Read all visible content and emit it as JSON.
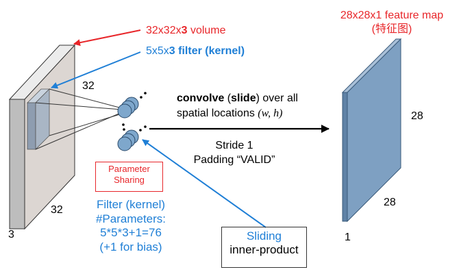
{
  "input_volume": {
    "width_label": "32",
    "height_label": "32",
    "depth_label": "3",
    "annotation": {
      "prefix": "32x32x",
      "emph": "3",
      "suffix": " volume"
    }
  },
  "filter": {
    "annotation": {
      "prefix": "5x5x",
      "emph": "3",
      "bold": " filter (kernel)"
    },
    "sharing_box": {
      "line1": "Parameter",
      "line2": "Sharing"
    },
    "params_text": {
      "line1": "Filter (kernel)",
      "line2": "#Parameters:",
      "line3": "5*5*3+1=76",
      "line4": "(+1 for bias)"
    }
  },
  "operation": {
    "bold": "convolve",
    "open": " (",
    "slide": "slide",
    "close": ") over all",
    "line2": "spatial locations ",
    "math": "(w, h)",
    "stride": "Stride 1",
    "padding": "Padding “VALID”"
  },
  "sliding_box": {
    "line1": "Sliding",
    "line2": "inner-product"
  },
  "feature_map": {
    "title_line1": "28x28x1 feature map",
    "title_line2": "(特征图)",
    "height_label": "28",
    "width_label": "28",
    "depth_label": "1"
  },
  "colors": {
    "red": "#e8262a",
    "blue": "#1f7fd6",
    "volume_face": "#dcdcdc",
    "feature_map": "#7ea0c2",
    "filter_circles": "#7ea7cc"
  }
}
